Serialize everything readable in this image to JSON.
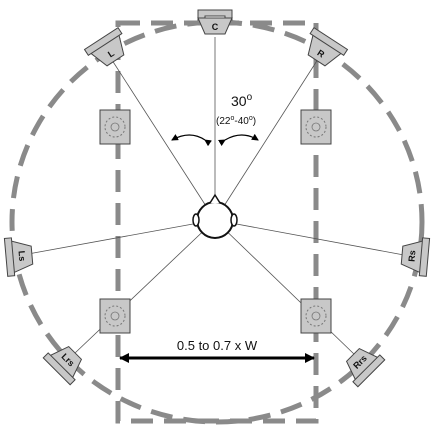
{
  "speakers": {
    "center": "C",
    "left": "L",
    "right": "R",
    "left_side_surround": "Ls",
    "right_side_surround": "Rs",
    "left_rear_surround": "Lrs",
    "right_rear_surround": "Rrs"
  },
  "angle": {
    "value": "30",
    "degree_mark": "o",
    "range": "(22",
    "range_mid": "-40",
    "range_end": ")"
  },
  "width_label": "0.5 to 0.7 x W",
  "colors": {
    "dashed_boundary": "#8a8a8a",
    "speaker_fill": "#c8c8c8",
    "speaker_stroke": "#444444",
    "lines": "#555555"
  }
}
